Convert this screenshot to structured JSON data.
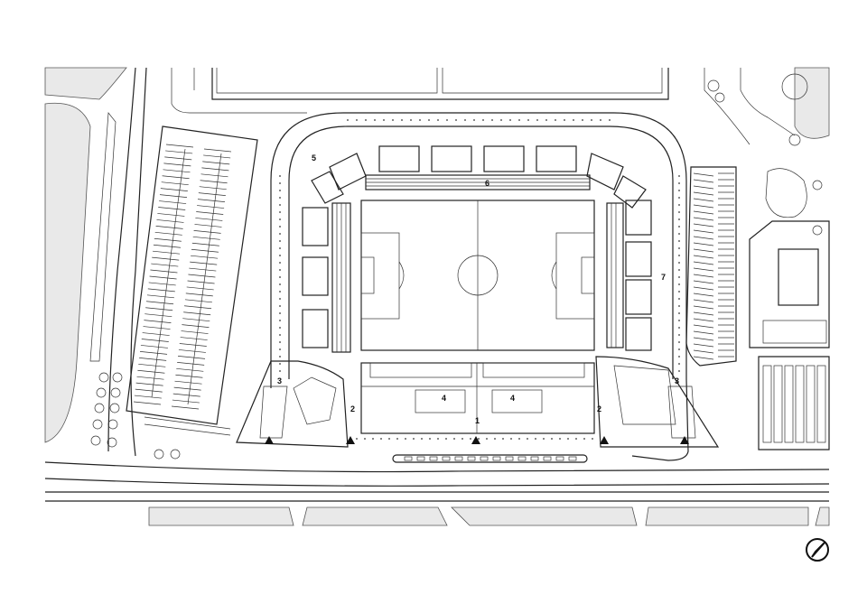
{
  "plan": {
    "labels": [
      {
        "id": "entrance-main",
        "text": "1"
      },
      {
        "id": "stair-left",
        "text": "2"
      },
      {
        "id": "stair-right",
        "text": "2"
      },
      {
        "id": "corner-left",
        "text": "3"
      },
      {
        "id": "corner-right",
        "text": "3"
      },
      {
        "id": "block-left",
        "text": "4"
      },
      {
        "id": "block-right",
        "text": "4"
      },
      {
        "id": "corner-north",
        "text": "5"
      },
      {
        "id": "stand-north",
        "text": "6"
      },
      {
        "id": "parking-east",
        "text": "7"
      }
    ],
    "entrance_count": 5,
    "north_symbol": "north-arrow-icon"
  }
}
